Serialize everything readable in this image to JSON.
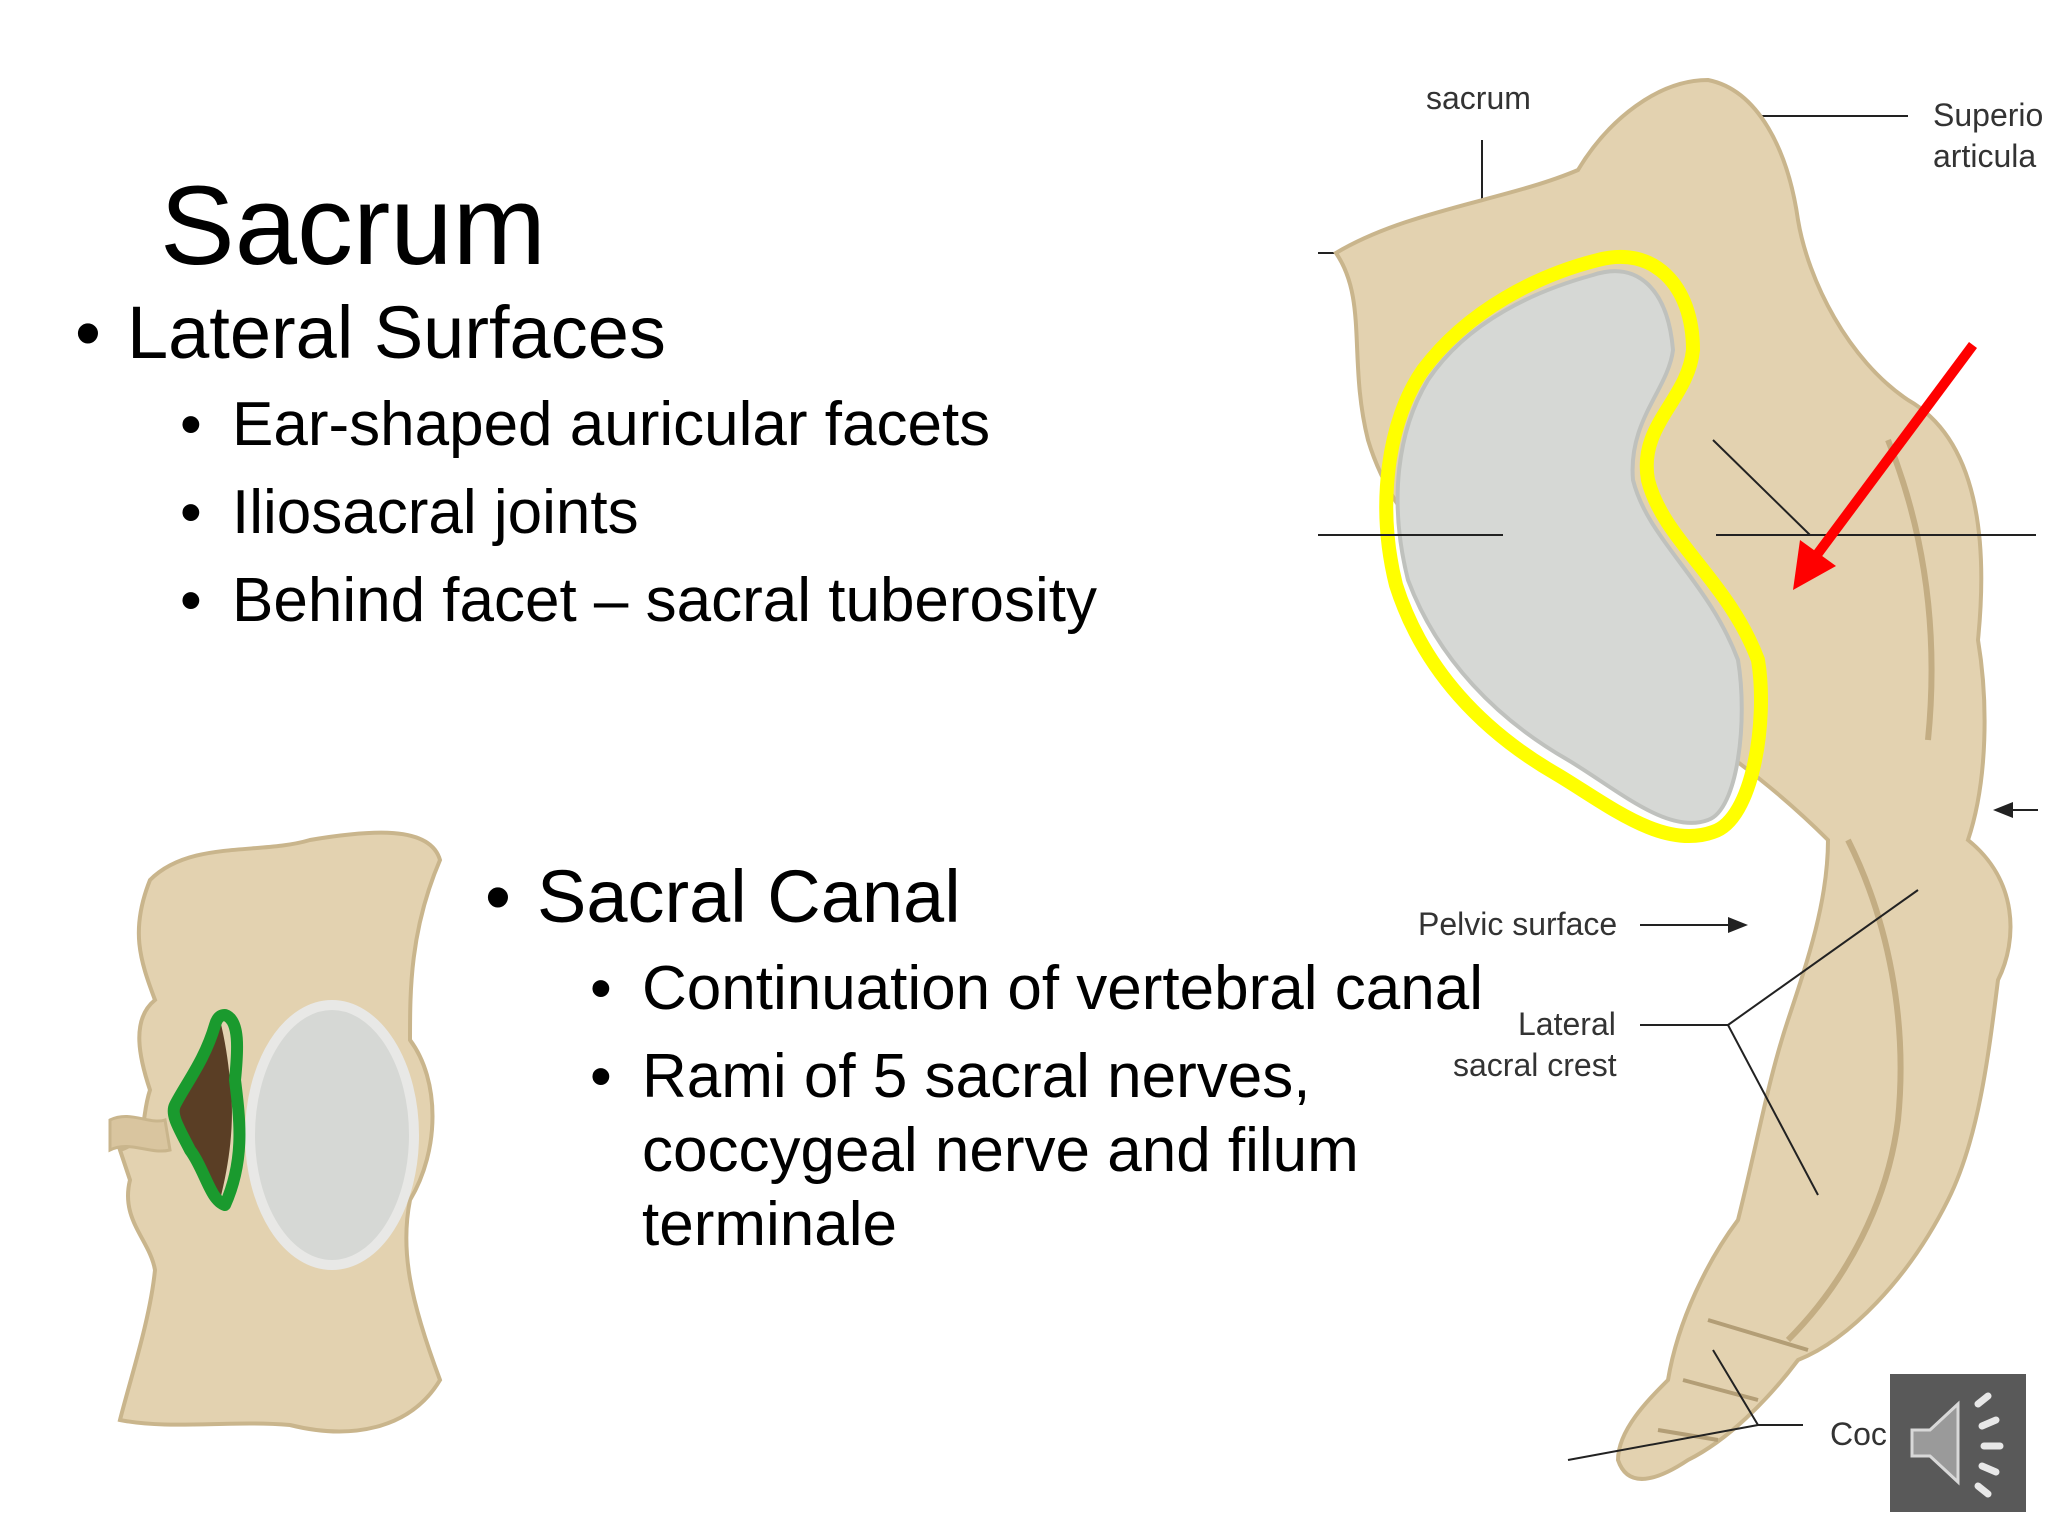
{
  "slide": {
    "title": "Sacrum",
    "section1": {
      "heading": "Lateral Surfaces",
      "items": [
        "Ear-shaped auricular facets",
        "Iliosacral joints",
        "Behind facet – sacral tuberosity"
      ]
    },
    "section2": {
      "heading": "Sacral Canal",
      "items": [
        "Continuation of vertebral canal",
        "Rami of 5 sacral nerves,",
        "coccygeal nerve and filum",
        "terminale"
      ]
    }
  },
  "figure_labels": {
    "sacrum": "sacrum",
    "superior_1": "Superio",
    "superior_2": "articula",
    "pelvic_surface": "Pelvic surface",
    "lateral_1": "Lateral",
    "lateral_2": "sacral crest",
    "coccyx": "Coc"
  },
  "colors": {
    "bone": "#e3d2b0",
    "bone_dark": "#c9b58c",
    "facet": "#d6d8d5",
    "yellow_outline": "#ffff00",
    "green_outline": "#1a9a2e",
    "arrow_red": "#ff0000"
  },
  "icons": {
    "speaker": "speaker-icon"
  }
}
